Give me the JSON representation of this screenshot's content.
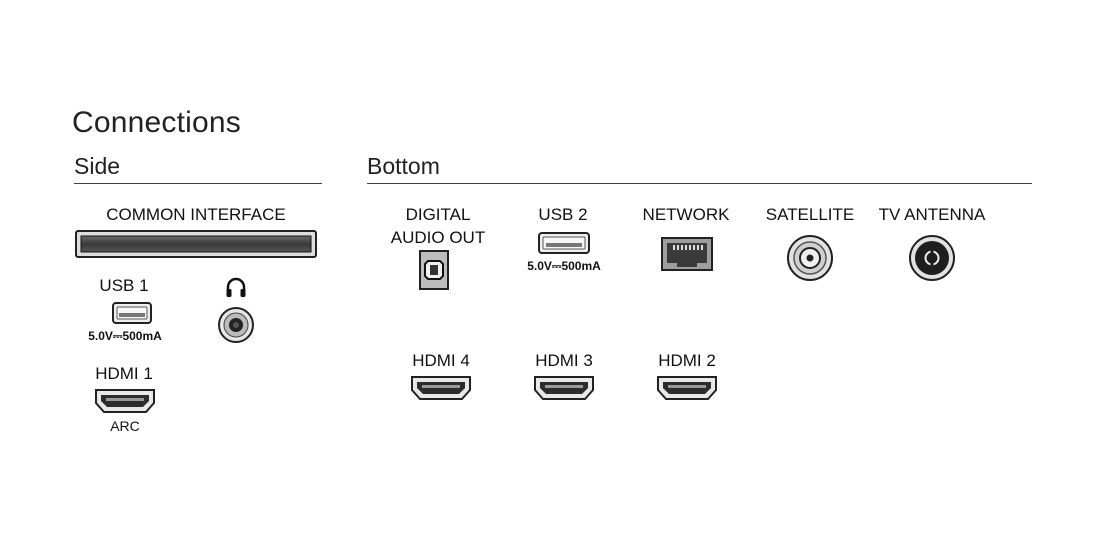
{
  "title": "Connections",
  "sections": {
    "side": "Side",
    "bottom": "Bottom"
  },
  "side": {
    "ci_label": "COMMON INTERFACE",
    "usb1_label": "USB 1",
    "usb1_rating": "5.0V⎓500mA",
    "hdmi1_label": "HDMI 1",
    "hdmi1_sub": "ARC",
    "headphone_icon": "headphone-icon"
  },
  "bottom": {
    "digital_audio_line1": "DIGITAL",
    "digital_audio_line2": "AUDIO OUT",
    "usb2_label": "USB 2",
    "usb2_rating": "5.0V⎓500mA",
    "network_label": "NETWORK",
    "satellite_label": "SATELLITE",
    "antenna_label": "TV ANTENNA",
    "hdmi4_label": "HDMI 4",
    "hdmi3_label": "HDMI 3",
    "hdmi2_label": "HDMI 2"
  }
}
